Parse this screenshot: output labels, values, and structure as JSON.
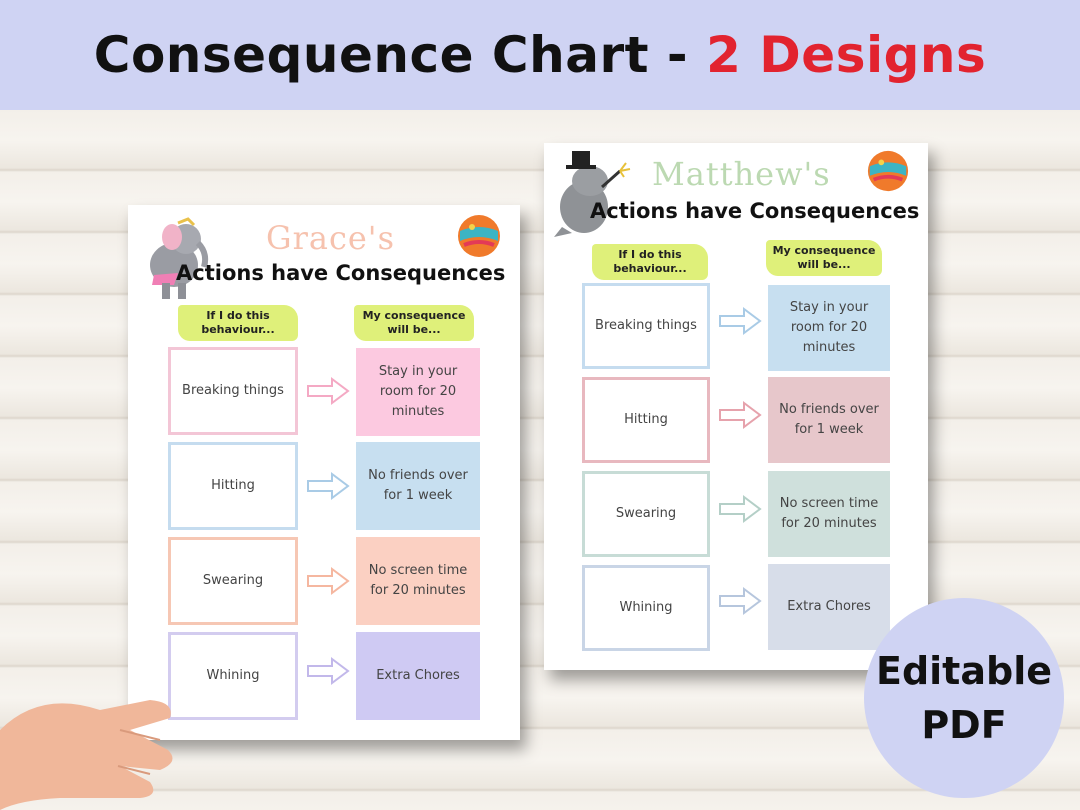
{
  "banner": {
    "title_main": "Consequence Chart - ",
    "title_accent": "2 Designs"
  },
  "colors": {
    "banner_bg": "#cfd3f3",
    "accent_red": "#e2232f",
    "highlight_yellow": "#dff07a"
  },
  "left_sheet": {
    "name": "Grace's",
    "title": "Actions have Consequences",
    "col_behaviour": "If I do this behaviour...",
    "col_consequence": "My consequence will be...",
    "rows": [
      {
        "behaviour": "Breaking things",
        "consequence": "Stay in your room for 20 minutes"
      },
      {
        "behaviour": "Hitting",
        "consequence": "No friends over for 1 week"
      },
      {
        "behaviour": "Swearing",
        "consequence": "No screen time for 20 minutes"
      },
      {
        "behaviour": "Whining",
        "consequence": "Extra Chores"
      }
    ]
  },
  "right_sheet": {
    "name": "Matthew's",
    "title": "Actions have Consequences",
    "col_behaviour": "If I do this behaviour...",
    "col_consequence": "My consequence will be...",
    "rows": [
      {
        "behaviour": "Breaking things",
        "consequence": "Stay in your room for 20 minutes"
      },
      {
        "behaviour": "Hitting",
        "consequence": "No friends over for 1 week"
      },
      {
        "behaviour": "Swearing",
        "consequence": "No screen time for 20 minutes"
      },
      {
        "behaviour": "Whining",
        "consequence": "Extra Chores"
      }
    ]
  },
  "badge": {
    "line1": "Editable",
    "line2": "PDF"
  }
}
